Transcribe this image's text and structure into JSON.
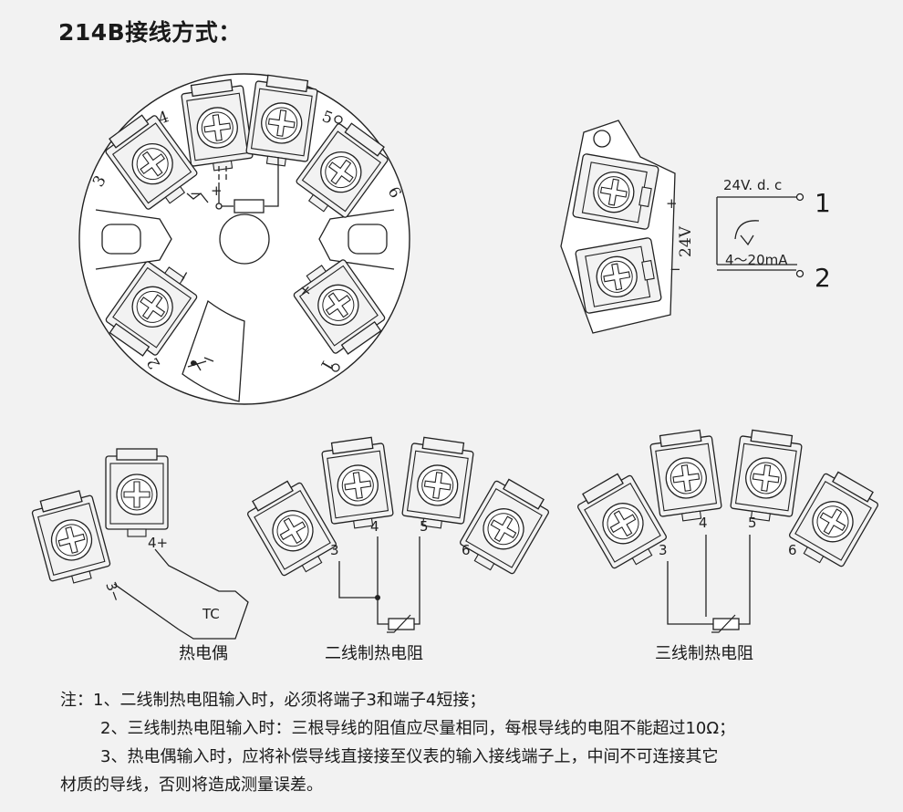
{
  "title": "214B接线方式：",
  "terminals": {
    "t1": "1",
    "t2": "2",
    "t3": "3",
    "t4": "4",
    "t5": "5",
    "t6": "6",
    "plus": "+",
    "minus": "−"
  },
  "power": {
    "supply": "24V. d. c",
    "current": "4～20mA",
    "voltage": "24V",
    "out1": "1",
    "out2": "2",
    "plus": "+",
    "minus": "−"
  },
  "thermocouple": {
    "label_tc": "TC",
    "term_plus": "4+",
    "term_minus": "3−"
  },
  "captions": {
    "thermocouple": "热电偶",
    "two_wire": "二线制热电阻",
    "three_wire": "三线制热电阻"
  },
  "notes": {
    "line1": "注：1、二线制热电阻输入时，必须将端子3和端子4短接；",
    "line2": "2、三线制热电阻输入时：三根导线的阻值应尽量相同，每根导线的电阻不能超过10Ω；",
    "line3": "3、热电偶输入时，应将补偿导线直接接至仪表的输入接线端子上，中间不可连接其它",
    "line4": "材质的导线，否则将造成测量误差。"
  }
}
